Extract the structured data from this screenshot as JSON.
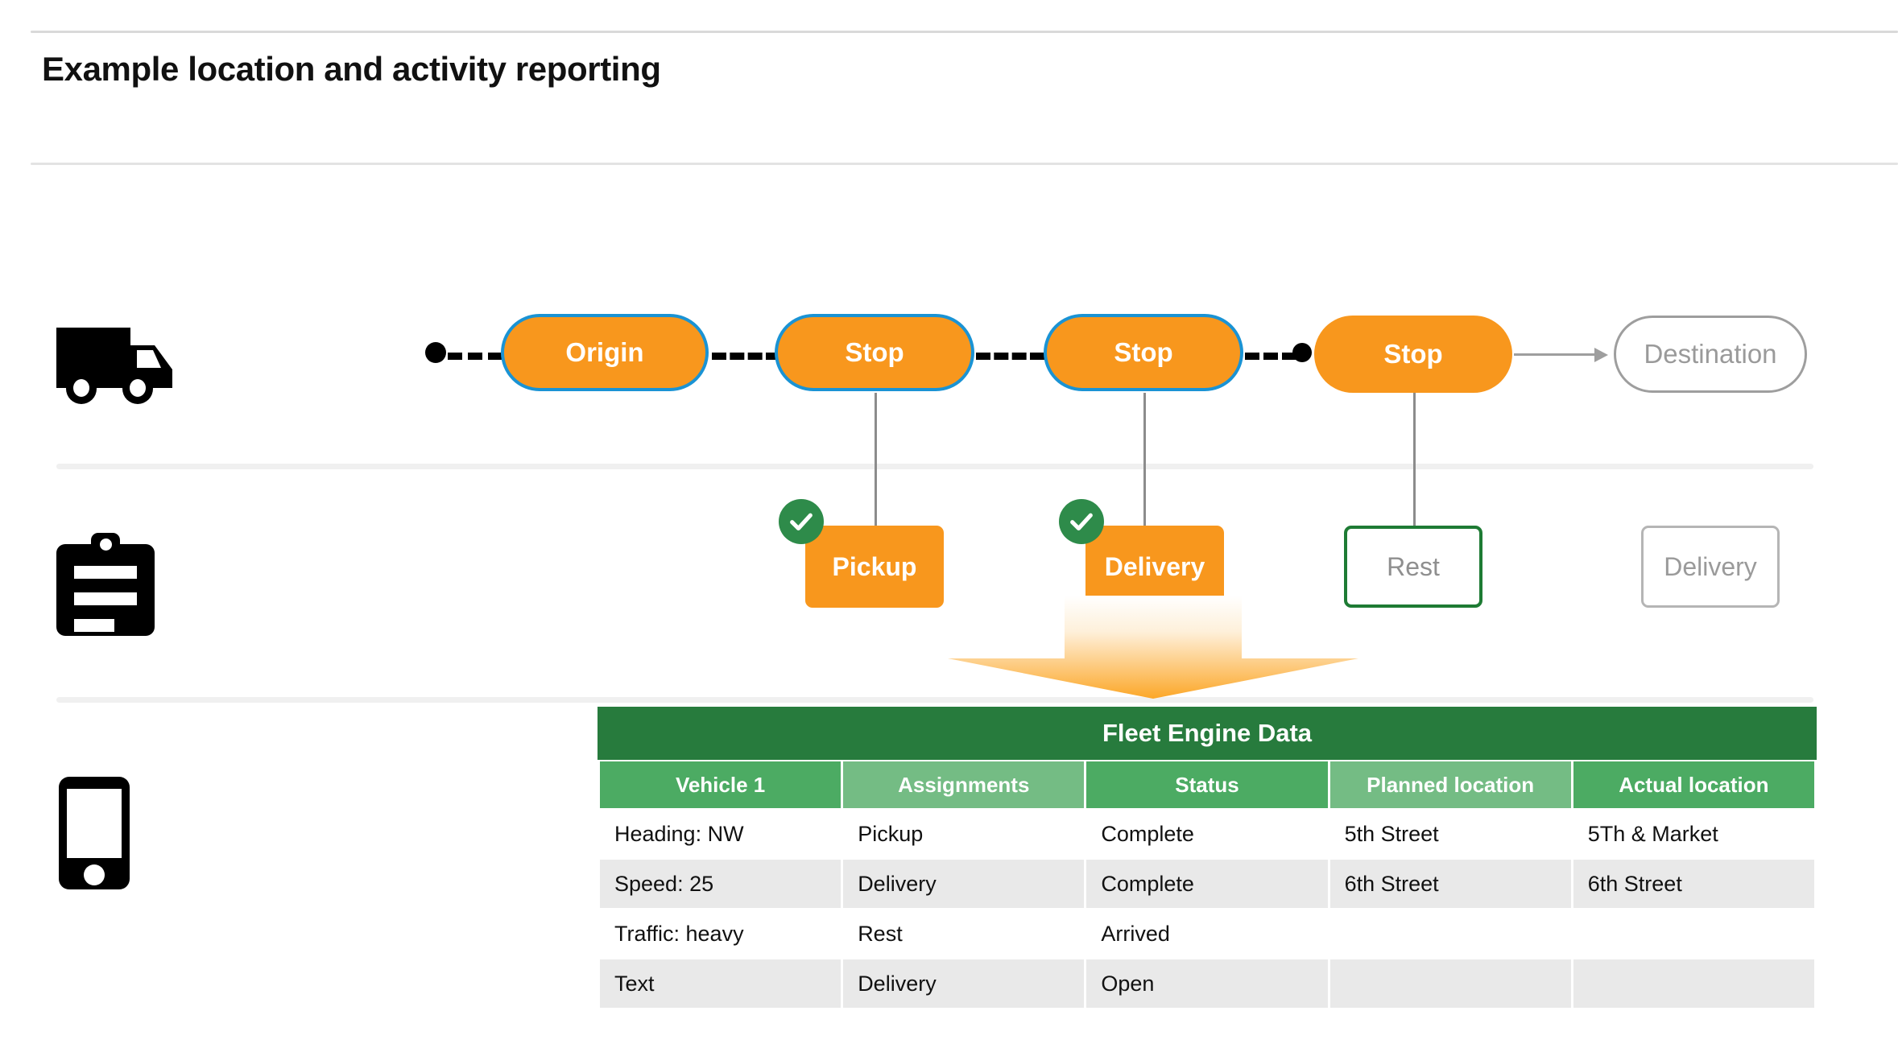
{
  "page": {
    "title": "Example location and activity reporting"
  },
  "icons": {
    "truck": "truck-icon",
    "clipboard": "clipboard-icon",
    "phone": "mobile-phone-icon",
    "check": "check-circle-icon"
  },
  "route": {
    "stops": [
      {
        "label": "Origin",
        "style": "filled-bordered"
      },
      {
        "label": "Stop",
        "style": "filled-bordered"
      },
      {
        "label": "Stop",
        "style": "filled-bordered"
      },
      {
        "label": "Stop",
        "style": "filled"
      },
      {
        "label": "Destination",
        "style": "ghost"
      }
    ]
  },
  "activities": [
    {
      "label": "Pickup",
      "state": "complete",
      "checked": true,
      "style": "filled"
    },
    {
      "label": "Delivery",
      "state": "complete",
      "checked": true,
      "style": "filled"
    },
    {
      "label": "Rest",
      "state": "arrived",
      "checked": false,
      "style": "outline-green"
    },
    {
      "label": "Delivery",
      "state": "open",
      "checked": false,
      "style": "outline-gray"
    }
  ],
  "table": {
    "title": "Fleet Engine Data",
    "columns": [
      "Vehicle 1",
      "Assignments",
      "Status",
      "Planned location",
      "Actual location"
    ],
    "rows": [
      [
        "Heading: NW",
        "Pickup",
        "Complete",
        "5th Street",
        "5Th & Market"
      ],
      [
        "Speed: 25",
        "Delivery",
        "Complete",
        "6th Street",
        "6th Street"
      ],
      [
        "Traffic: heavy",
        "Rest",
        "Arrived",
        "",
        ""
      ],
      [
        "Text",
        "Delivery",
        "Open",
        "",
        ""
      ]
    ]
  },
  "colors": {
    "orange": "#F8971D",
    "blue_border": "#1A93D4",
    "green_dark": "#277B3D",
    "green_header": "#4CAB63",
    "green_header_light": "#74BC84",
    "green_check": "#2E8B4A",
    "gray_text": "#9a9a9a",
    "row_alt": "#e9e9e9"
  }
}
